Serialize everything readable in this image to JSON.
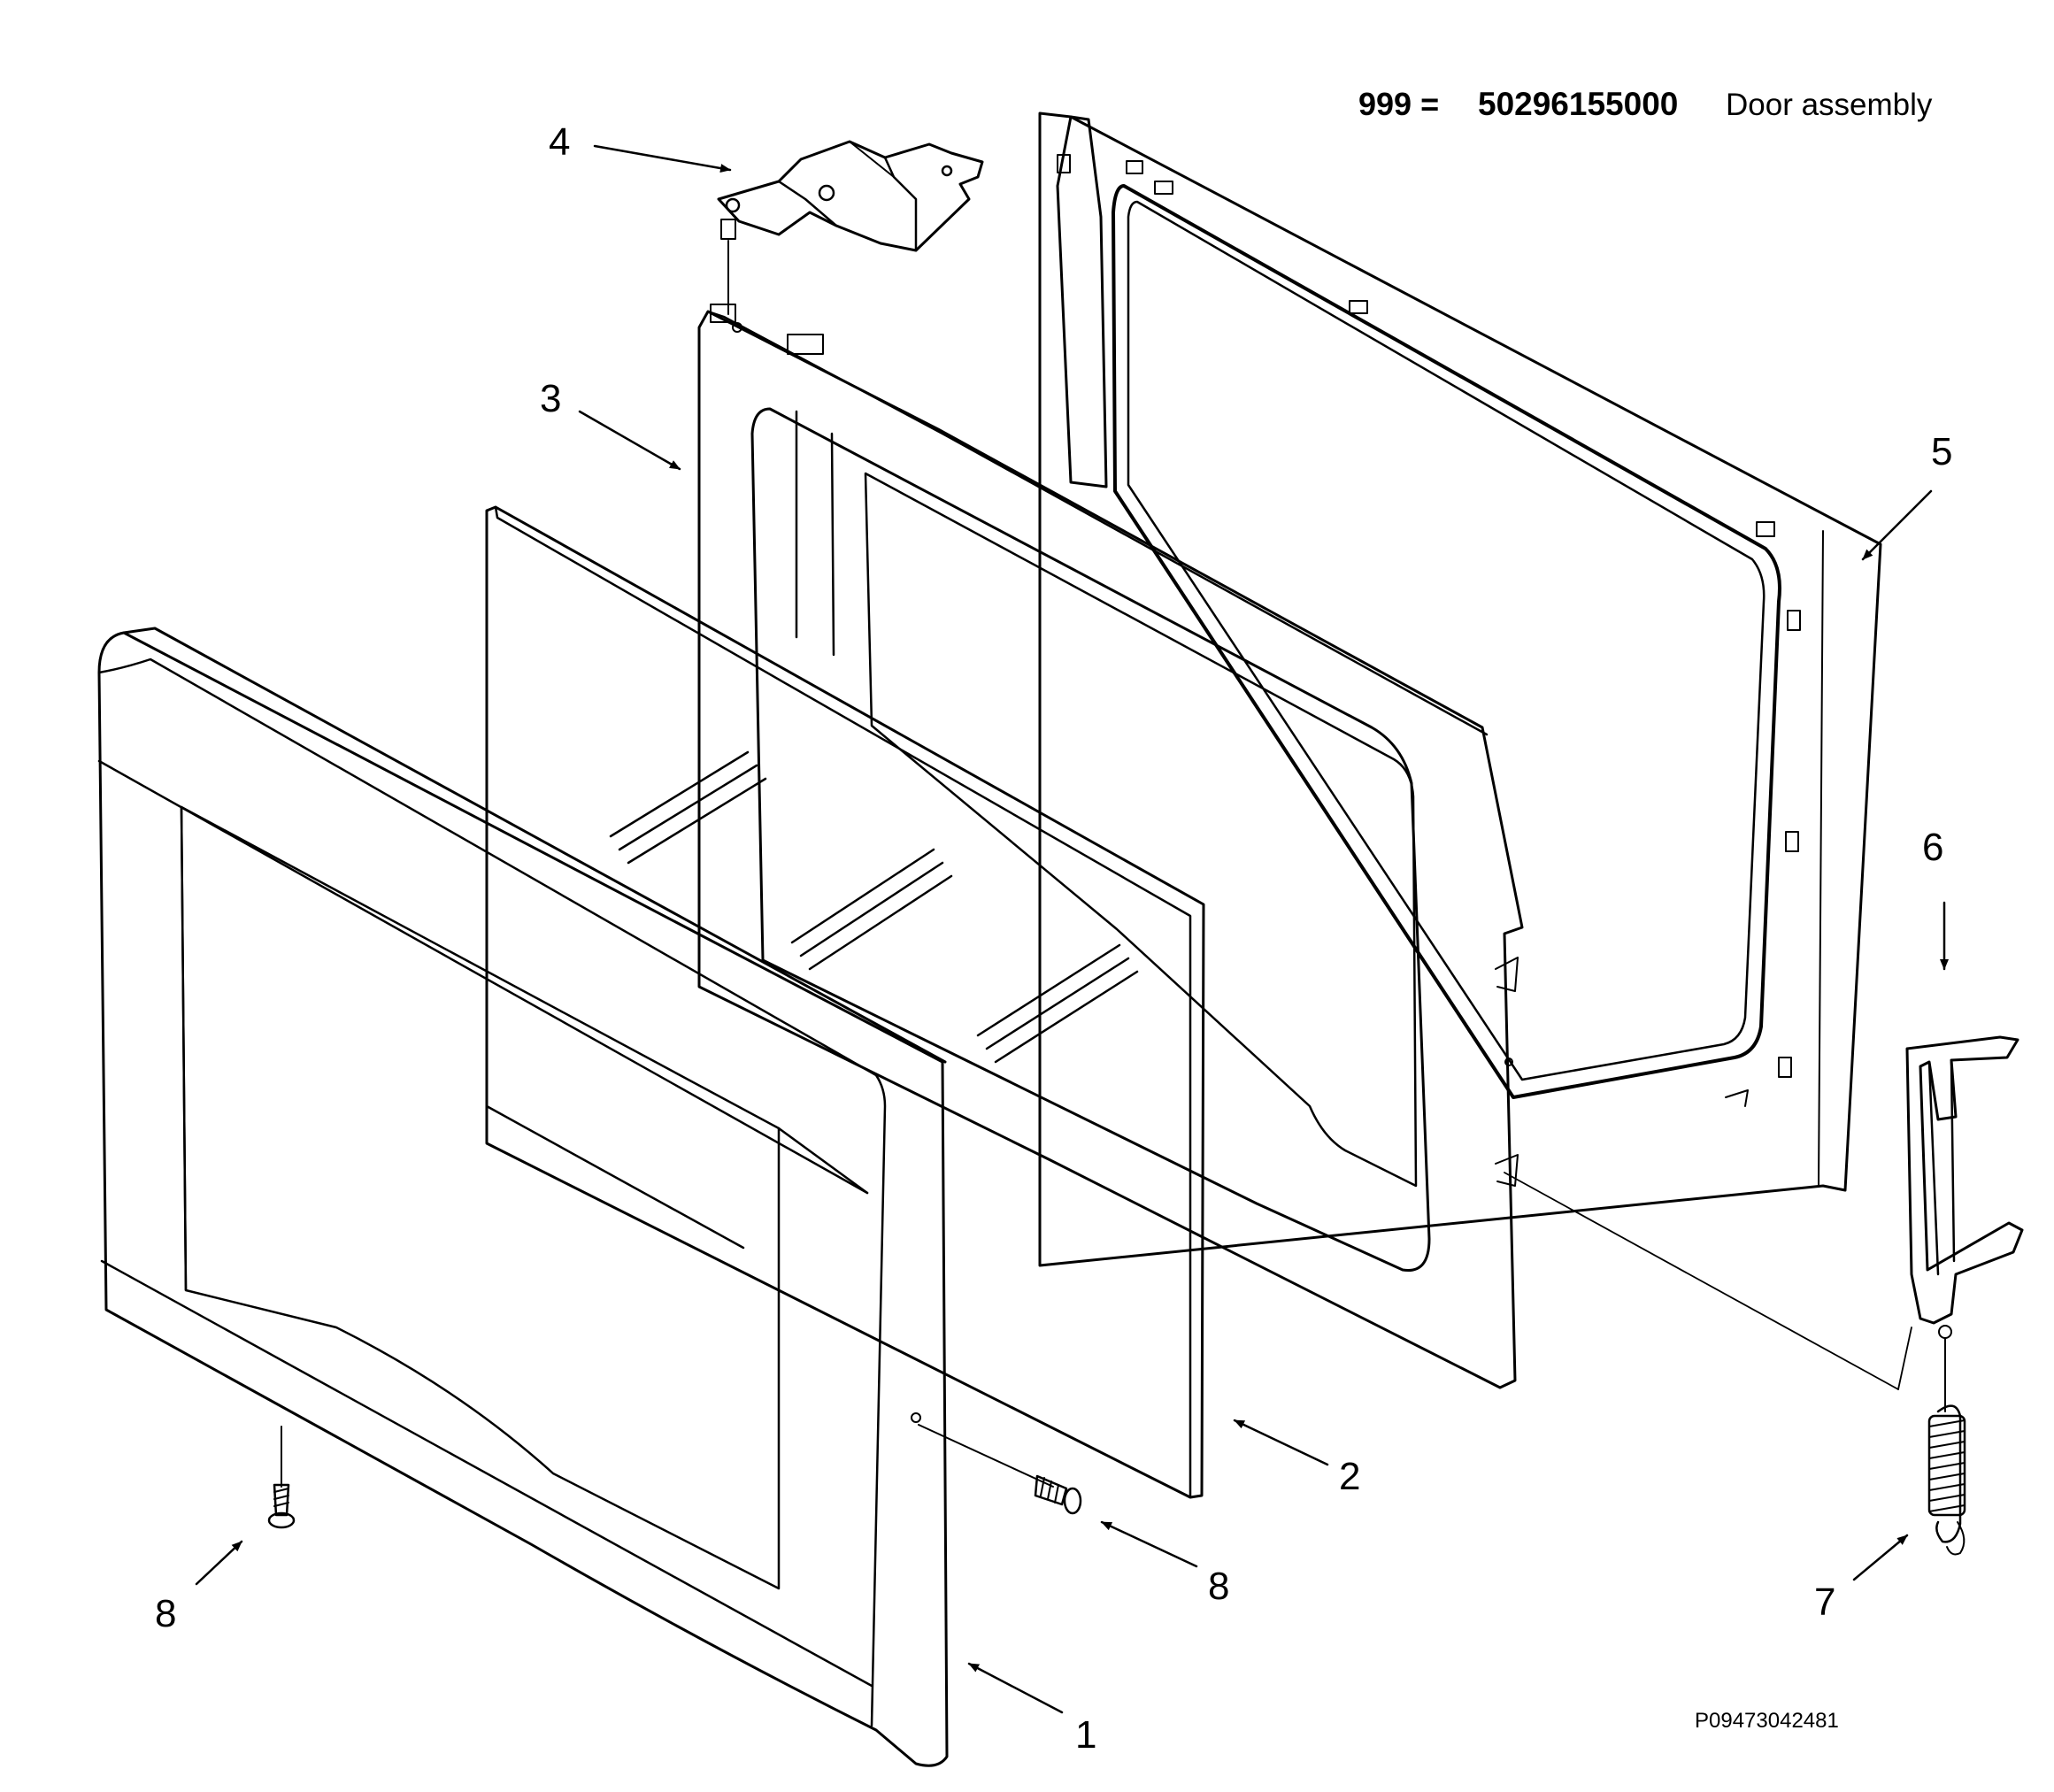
{
  "header": {
    "ref": "999 =",
    "part_number": "50296155000",
    "description": "Door assembly"
  },
  "callouts": [
    "1",
    "2",
    "3",
    "4",
    "5",
    "6",
    "7",
    "8",
    "8"
  ],
  "drawing_code": "P09473042481"
}
